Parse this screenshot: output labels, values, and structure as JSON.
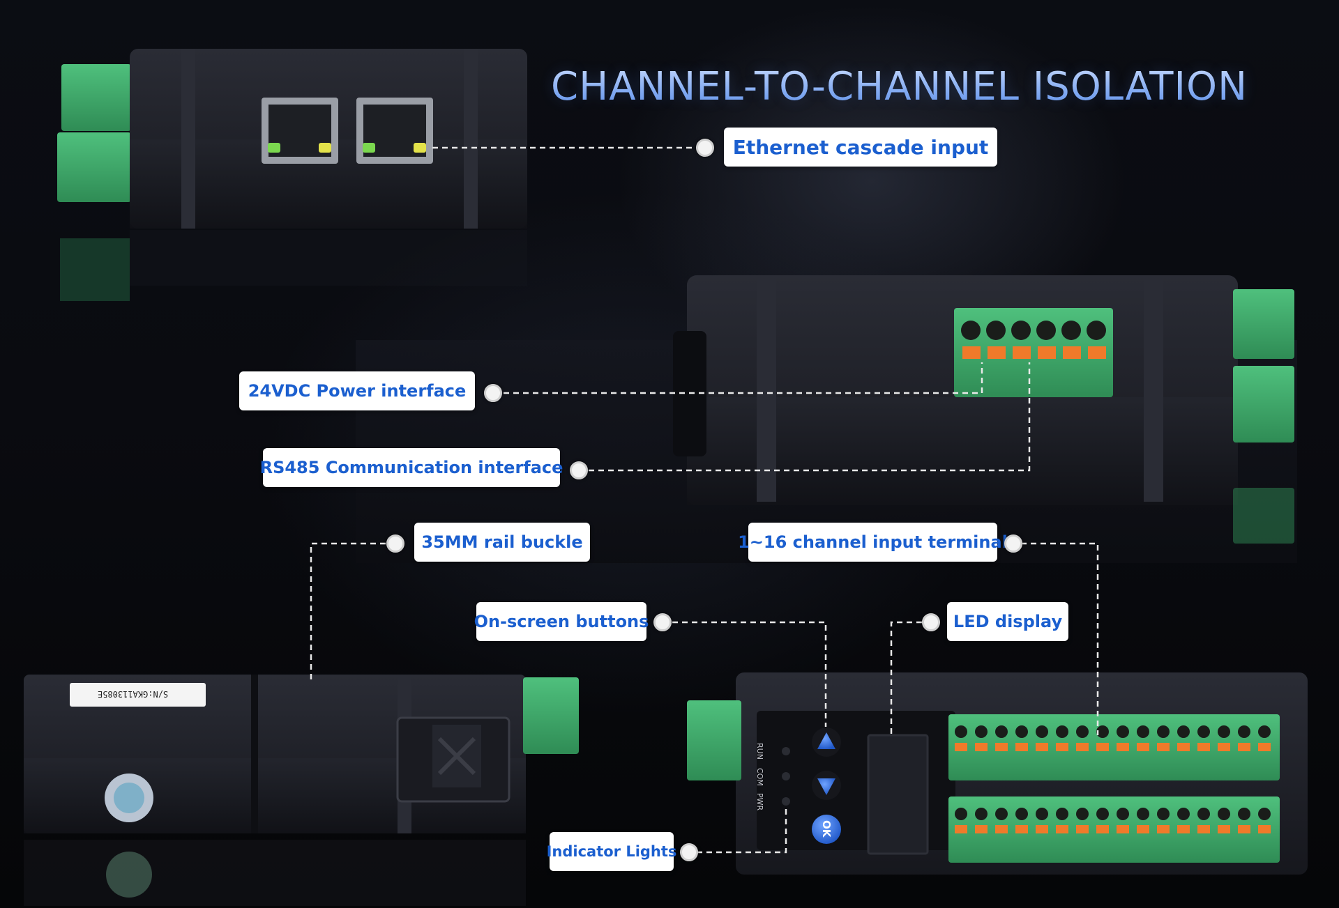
{
  "title": "CHANNEL-TO-CHANNEL ISOLATION",
  "callouts": {
    "ethernet": "Ethernet cascade input",
    "power": "24VDC Power interface",
    "rs485": "RS485 Communication interface",
    "rail": "35MM rail buckle",
    "terminal": "1~16 channel input terminal",
    "buttons": "On-screen buttons",
    "led": "LED display",
    "indicators": "Indicator Lights"
  },
  "device_markings": {
    "indicator_run": "RUN",
    "indicator_com": "COM",
    "indicator_pwr": "PWR",
    "ok_button": "OK",
    "serial_label": "S/N:GKA113085E"
  },
  "colors": {
    "callout_text": "#1b5fcf",
    "terminal_green": "#3fae6a",
    "terminal_orange": "#f07a2a",
    "device_body": "#1c1e25",
    "button_blue": "#2f6fe0"
  }
}
